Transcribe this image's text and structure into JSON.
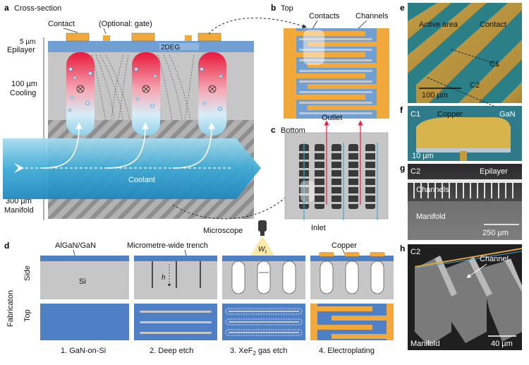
{
  "panel_a": {
    "letter": "a",
    "title": "Cross-section",
    "contact_label": "Contact",
    "gate_label": "(Optional: gate)",
    "epilayer_thickness": "5 µm",
    "epilayer_label": "Epilayer",
    "twodeg_label": "2DEG",
    "cooling_thickness": "100 µm",
    "cooling_label": "Cooling",
    "coolant_label": "Coolant",
    "manifold_thickness": "300 µm",
    "manifold_label": "Manifold"
  },
  "panel_b": {
    "letter": "b",
    "title": "Top",
    "contacts_label": "Contacts",
    "channels_label": "Channels"
  },
  "panel_c": {
    "letter": "c",
    "title": "Bottom",
    "outlet_label": "Outlet",
    "inlet_label": "Inlet"
  },
  "panel_d": {
    "letter": "d",
    "algan_label": "AlGaN/GaN",
    "trench_label": "Micrometre-wide trench",
    "microscope_label": "Microscope",
    "width_symbol": "W",
    "width_subscript": "t",
    "copper_label": "Copper",
    "si_label": "Si",
    "h_label": "h",
    "side_label": "Side",
    "top_label": "Top",
    "fabrication_label": "Fabricaton",
    "steps": [
      {
        "number": "1.",
        "text": "GaN-on-Si"
      },
      {
        "number": "2.",
        "text": "Deep etch"
      },
      {
        "number": "3.",
        "text": "XeF",
        "sub": "2",
        "after": " gas etch"
      },
      {
        "number": "4.",
        "text": "Electroplating"
      }
    ]
  },
  "panel_e": {
    "letter": "e",
    "active_label": "Active area",
    "contact_label": "Contact",
    "c1_label": "C1",
    "c2_label": "C2",
    "scale": "100 µm"
  },
  "panel_f": {
    "letter": "f",
    "c1_label": "C1",
    "copper_label": "Copper",
    "gan_label": "GaN",
    "scale": "10 µm"
  },
  "panel_g": {
    "letter": "g",
    "c2_label": "C2",
    "epilayer_label": "Epilayer",
    "channels_label": "Channels",
    "manifold_label": "Manifold",
    "scale": "250 µm"
  },
  "panel_h": {
    "letter": "h",
    "c2_label": "C2",
    "channel_label": "Channel",
    "manifold_label": "Manifold",
    "scale": "40 µm"
  },
  "colors": {
    "substrate": "#c6c6c6",
    "epilayer": "#6f9fd3",
    "copper": "#f2a93b",
    "hot": "#e8203a",
    "coolant": "#3aaad6",
    "fab_blue": "#4f7fc4",
    "sem_dark": "#3a3a3a",
    "sem_gold": "#c9a84a"
  }
}
